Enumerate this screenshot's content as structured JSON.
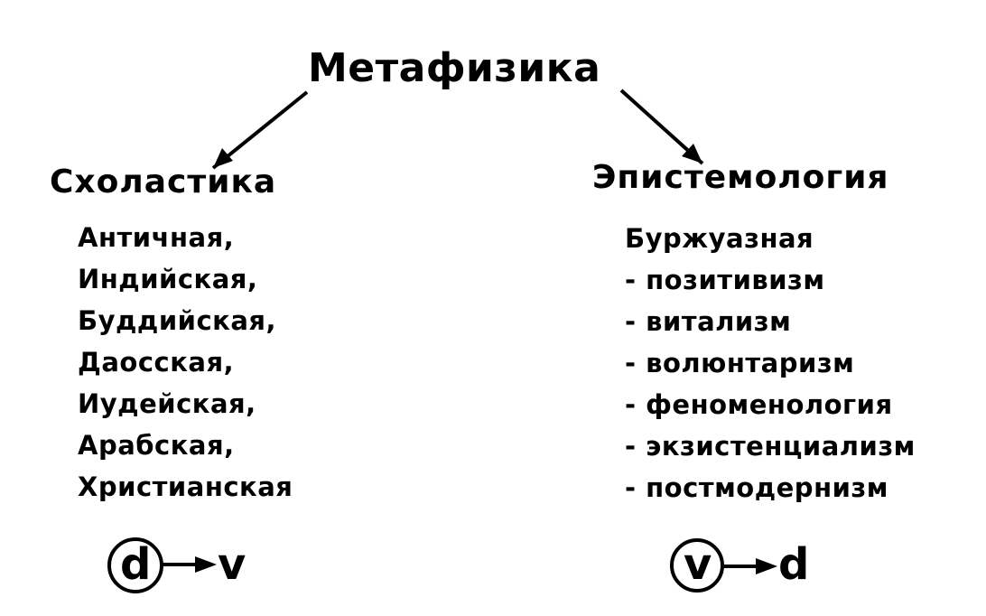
{
  "title": "Метафизика",
  "left": {
    "heading": "Схоластика",
    "items": [
      "Античная,",
      "Индийская,",
      "Буддийская,",
      "Даосская,",
      "Иудейская,",
      "Арабская,",
      "Христианская"
    ],
    "formula": {
      "circled": "d",
      "target": "v"
    }
  },
  "right": {
    "heading": "Эпистемология",
    "items": [
      "Буржуазная",
      "- позитивизм",
      "- витализм",
      "- волюнтаризм",
      "- феноменология",
      "- экзистенциализм",
      "- постмодернизм"
    ],
    "formula": {
      "circled": "v",
      "target": "d"
    }
  }
}
